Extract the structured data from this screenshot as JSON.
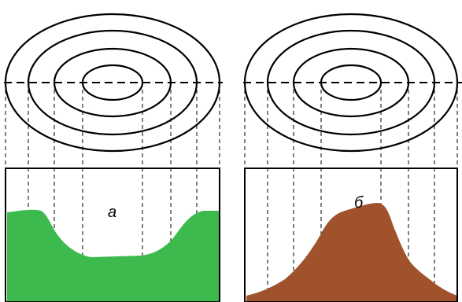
{
  "diagram": {
    "panels": [
      {
        "id": "a",
        "label": "а",
        "relief": "depression",
        "fill": "#3dba4e"
      },
      {
        "id": "b",
        "label": "б",
        "relief": "hill",
        "fill": "#a0522d"
      }
    ],
    "contour_rings": 4,
    "line_color": "#000000"
  }
}
